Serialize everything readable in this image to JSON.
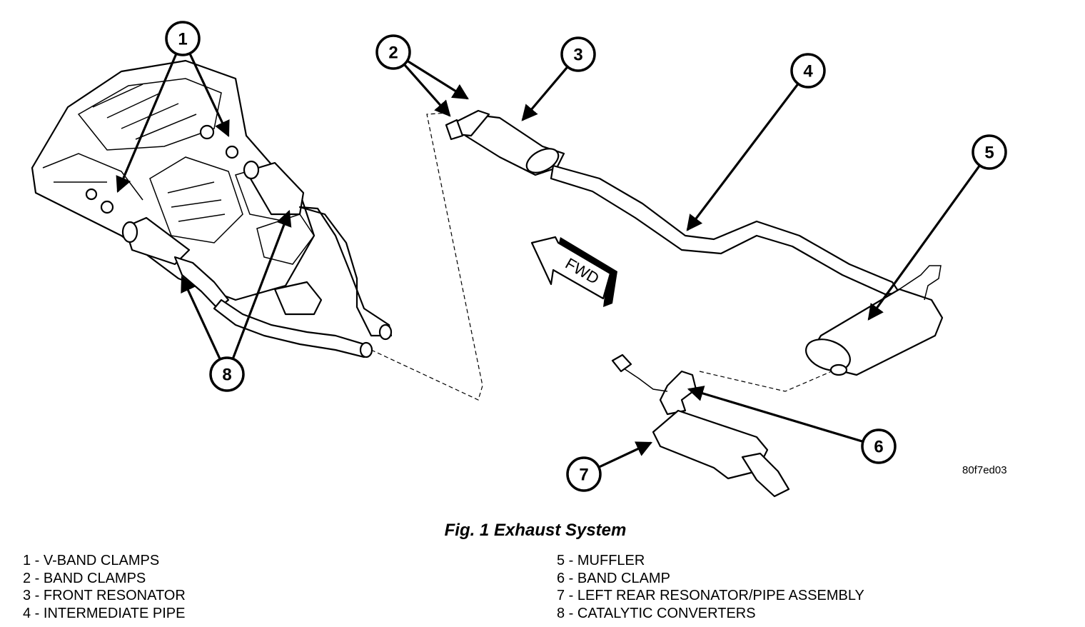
{
  "figure": {
    "caption": "Fig. 1 Exhaust System",
    "code": "80f7ed03",
    "fwd_label": "FWD"
  },
  "callouts": [
    {
      "number": "1"
    },
    {
      "number": "2"
    },
    {
      "number": "3"
    },
    {
      "number": "4"
    },
    {
      "number": "5"
    },
    {
      "number": "6"
    },
    {
      "number": "7"
    },
    {
      "number": "8"
    }
  ],
  "legend": {
    "left": [
      "1 - V-BAND CLAMPS",
      "2 - BAND CLAMPS",
      "3 - FRONT RESONATOR",
      "4 - INTERMEDIATE PIPE"
    ],
    "right": [
      "5 - MUFFLER",
      "6 - BAND CLAMP",
      "7 - LEFT REAR RESONATOR/PIPE ASSEMBLY",
      "8 - CATALYTIC CONVERTERS"
    ]
  }
}
